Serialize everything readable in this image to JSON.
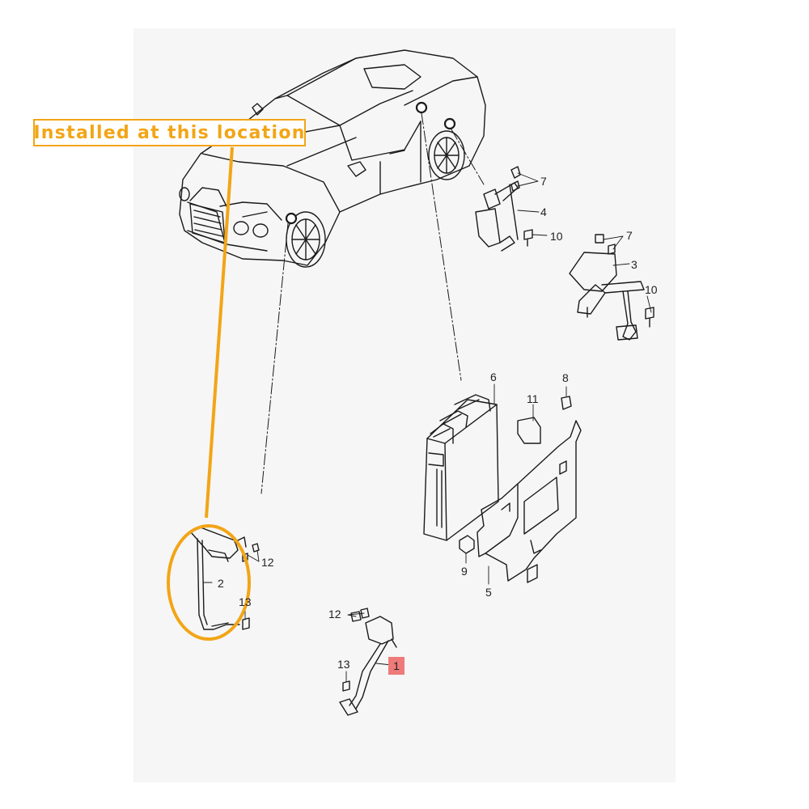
{
  "callout": {
    "text": "Installed at this location",
    "color": "#f2a516"
  },
  "highlight_color": "#ef7a7a",
  "part_labels": {
    "p1": "1",
    "p2": "2",
    "p3": "3",
    "p4": "4",
    "p5": "5",
    "p6": "6",
    "p7a": "7",
    "p7b": "7",
    "p8": "8",
    "p9": "9",
    "p10a": "10",
    "p10b": "10",
    "p11": "11",
    "p12a": "12",
    "p12b": "12",
    "p13a": "13",
    "p13b": "13"
  }
}
